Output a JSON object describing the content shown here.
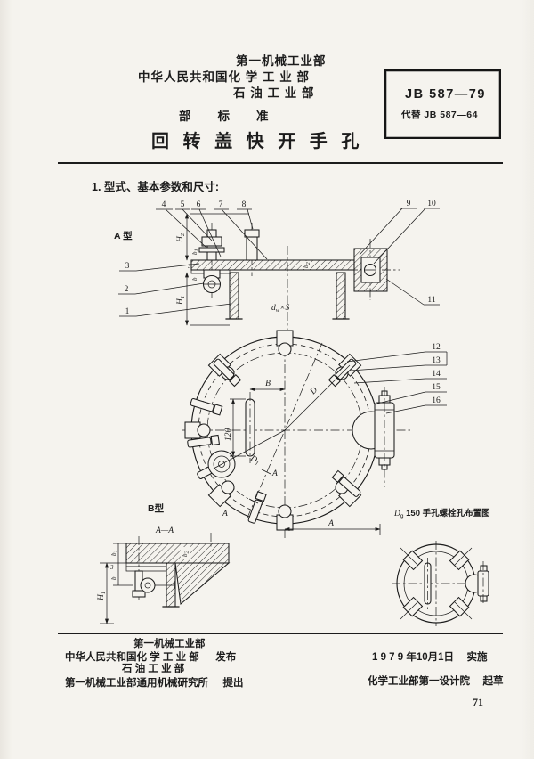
{
  "page": {
    "bg": "#f5f3ee",
    "ink": "#1c1c1c",
    "page_number": "71"
  },
  "header": {
    "org_line1": "第一机械工业部",
    "org_line2": "中华人民共和国化 学 工 业 部",
    "org_line3": "石 油 工 业 部",
    "std_type": "部　　标　　准",
    "title": "回 转 盖 快 开 手 孔",
    "code_box": {
      "code": "JB 587—79",
      "replaces": "代替 JB 587—64"
    }
  },
  "body": {
    "section_heading": "1. 型式、基本参数和尺寸:",
    "views": {
      "a_label": "A 型",
      "b_label": "B型",
      "section_label": "A—A",
      "dg_D": "D",
      "dg_g": "g",
      "dg_rest": " 150 手孔螺栓孔布置图"
    },
    "dims": {
      "H": "H",
      "b": "b",
      "d": "d",
      "B": "B",
      "D": "D",
      "A": "A",
      "S": "×S",
      "one": "1",
      "two": "2",
      "w": "w",
      "three": "3",
      "len120": "120"
    },
    "callouts": [
      "1",
      "2",
      "3",
      "4",
      "5",
      "6",
      "7",
      "8",
      "9",
      "10",
      "11",
      "12",
      "13",
      "14",
      "15",
      "16"
    ]
  },
  "footer": {
    "left_line1": "第一机械工业部",
    "left_line2": "中华人民共和国化 学 工 业 部",
    "left_line2_suffix": "发布",
    "left_line3": "石 油 工 业 部",
    "left_line4": "第一机械工业部通用机械研究所",
    "left_line4_suffix": "提出",
    "right_line1": "1 9 7 9 年10月1日",
    "right_line1_suffix": "实施",
    "right_line2": "化学工业部第一设计院",
    "right_line2_suffix": "起草"
  }
}
